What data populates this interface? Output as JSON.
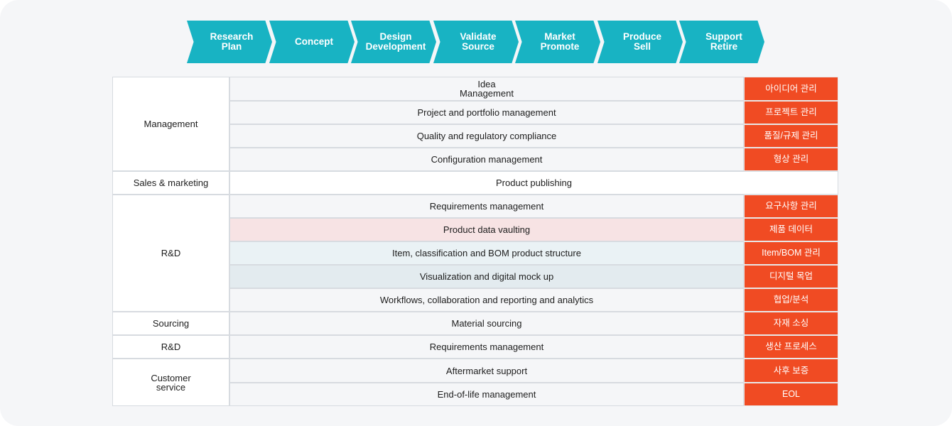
{
  "stages": [
    "Research\nPlan",
    "Concept",
    "Design\nDevelopment",
    "Validate\nSource",
    "Market\nPromote",
    "Produce\nSell",
    "Support\nRetire"
  ],
  "categories": [
    {
      "label": "Management"
    },
    {
      "label": "Sales & marketing"
    },
    {
      "label": "R&D"
    },
    {
      "label": "Sourcing"
    },
    {
      "label": "R&D"
    },
    {
      "label": "Customer\nservice"
    }
  ],
  "rows": [
    {
      "label": "Idea\nManagement",
      "tag": "아이디어 관리"
    },
    {
      "label": "Project and portfolio management",
      "tag": "프로젝트 관리"
    },
    {
      "label": "Quality and regulatory compliance",
      "tag": "품질/규제 관리"
    },
    {
      "label": "Configuration management",
      "tag": "형상 관리"
    },
    {
      "label": "Product publishing",
      "tag": ""
    },
    {
      "label": "Requirements management",
      "tag": "요구사항 관리"
    },
    {
      "label": "Product data vaulting",
      "tag": "제품 데이터"
    },
    {
      "label": "Item, classification and BOM product structure",
      "tag": "Item/BOM 관리"
    },
    {
      "label": "Visualization and digital mock up",
      "tag": "디지털 목업"
    },
    {
      "label": "Workflows, collaboration and reporting and analytics",
      "tag": "협업/분석"
    },
    {
      "label": "Material sourcing",
      "tag": "자재 소싱"
    },
    {
      "label": "Requirements management",
      "tag": "생산 프로세스"
    },
    {
      "label": "Aftermarket support",
      "tag": "사후 보증"
    },
    {
      "label": "End-of-life management",
      "tag": "EOL"
    }
  ]
}
